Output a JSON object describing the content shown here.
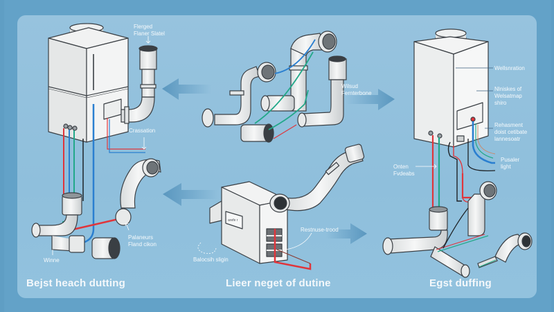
{
  "diagram": {
    "panels": [
      {
        "id": "left",
        "caption": "Bejst heach dutting",
        "labels": [
          {
            "key": "flanged",
            "text": "Flerged\nFlaner Slatel"
          },
          {
            "key": "crassation",
            "text": "Crassation"
          },
          {
            "key": "palaneurs",
            "text": "Palaneurs\nFland cikon"
          },
          {
            "key": "winne",
            "text": "Winne"
          }
        ]
      },
      {
        "id": "center",
        "caption": "Lieer neget of dutine",
        "labels": [
          {
            "key": "wilsud",
            "text": "Wilsud\nFernterbone"
          },
          {
            "key": "restnuse",
            "text": "Restnuse-trood"
          },
          {
            "key": "balocsih",
            "text": "Balocsih sligin"
          },
          {
            "key": "box-tag",
            "text": "arefe r"
          }
        ]
      },
      {
        "id": "right",
        "caption": "Egst duffing",
        "labels": [
          {
            "key": "wellsnration",
            "text": "Wellsnration"
          },
          {
            "key": "nlniskes",
            "text": "Nlniskes of\nWelsatmap\nshiro"
          },
          {
            "key": "rehasment",
            "text": "Rehasment\ndoist cetibate\nlannesoatr"
          },
          {
            "key": "onten",
            "text": "Onten\nFvdeabs"
          },
          {
            "key": "pusaler",
            "text": "Pusaler\nlight"
          }
        ]
      }
    ],
    "arrows": [
      {
        "id": "arrow-top-left",
        "direction": "left"
      },
      {
        "id": "arrow-top-right",
        "direction": "right"
      },
      {
        "id": "arrow-bottom-left",
        "direction": "left"
      },
      {
        "id": "arrow-bottom-right",
        "direction": "right"
      }
    ],
    "colors": {
      "background": "#63a2c8",
      "panel": "#94c1dd",
      "pipe": "#eceeee",
      "pipe_outline": "#3a3f44",
      "wire_red": "#e0353b",
      "wire_blue": "#2a7fd0",
      "wire_green": "#22a889",
      "wire_black": "#1e2226",
      "arrow": "#5b98c0"
    }
  }
}
